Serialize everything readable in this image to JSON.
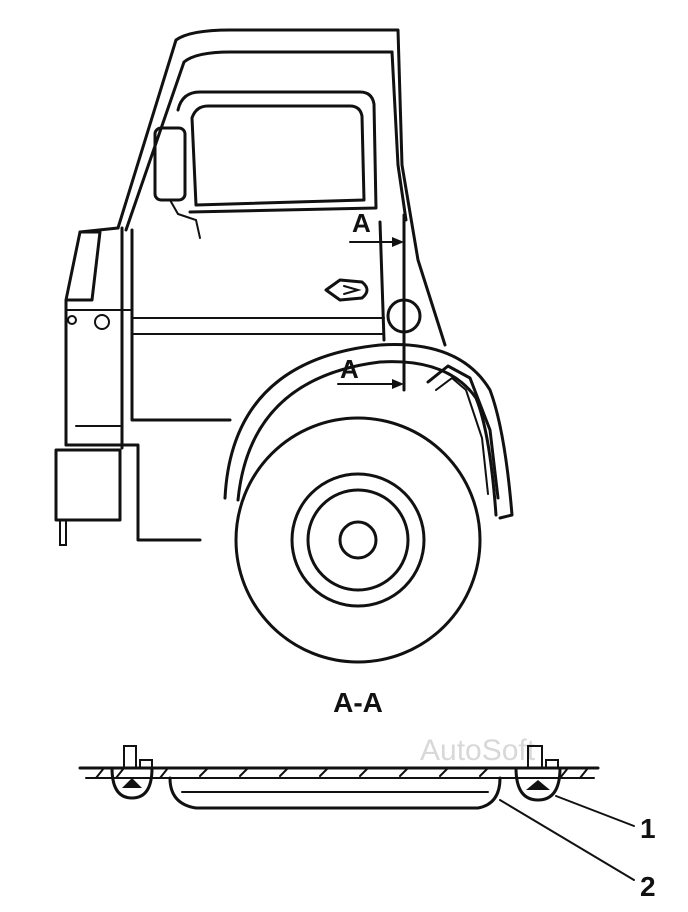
{
  "diagram": {
    "section_marker": "A",
    "section_title": "A-A",
    "watermark": "AutoSoft",
    "callouts": [
      "1",
      "2"
    ]
  },
  "colors": {
    "ink": "#111111",
    "paper": "#ffffff",
    "watermark": "#d8d8d8"
  }
}
